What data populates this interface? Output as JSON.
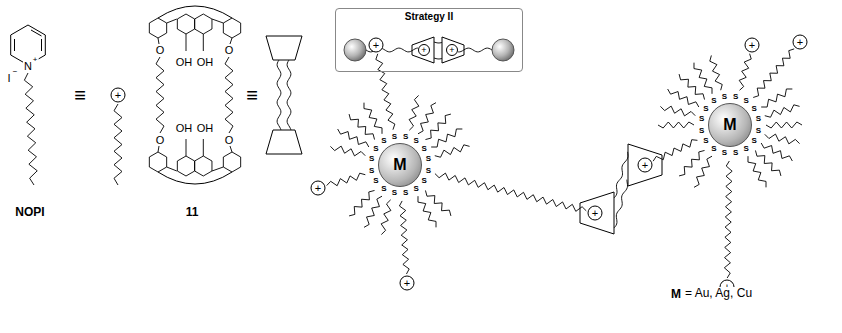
{
  "diagram": {
    "nodes": [
      {
        "text": [
          "Strategy II"
        ]
      },
      {
        "text": [
          "M"
        ]
      },
      {
        "text": [
          "M"
        ]
      }
    ],
    "labels": [
      "I",
      "−",
      "N",
      "+",
      "≡",
      "+",
      "NOPI",
      "O",
      "O",
      "OH",
      "OH",
      "O",
      "O",
      "OH",
      "OH",
      "≡",
      "11",
      "+",
      "+",
      "+",
      "+",
      "+",
      "+",
      "+",
      "+",
      "+",
      "+",
      "M",
      "= Au, Ag, Cu",
      "S",
      "S",
      "S",
      "S",
      "S",
      "S",
      "S",
      "S",
      "S",
      "S",
      "S",
      "S",
      "S",
      "S",
      "S",
      "S",
      "S",
      "S",
      "S",
      "S",
      "S",
      "S",
      "S",
      "S",
      "S",
      "S",
      "S",
      "S",
      "S",
      "S",
      "S",
      "S"
    ]
  }
}
